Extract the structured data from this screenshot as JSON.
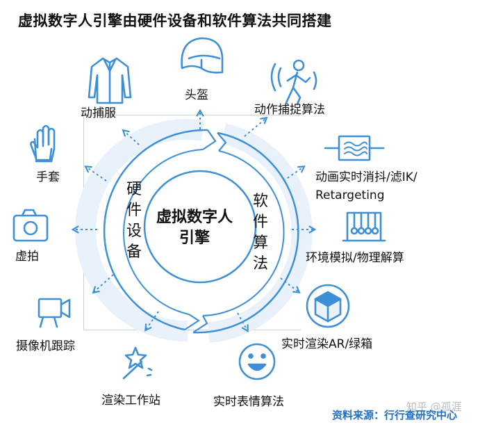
{
  "title": "虚拟数字人引擎由硬件设备和软件算法共同搭建",
  "center": [
    "虚拟数字人",
    "引擎"
  ],
  "hardware_label": [
    "硬",
    "件",
    "设",
    "备"
  ],
  "software_label": [
    "软",
    "件",
    "算",
    "法"
  ],
  "nodes": [
    {
      "label": "头盔",
      "icon": "helmet-icon"
    },
    {
      "label": "动作捕捉算法",
      "icon": "motion-capture-icon"
    },
    {
      "label": "动画实时消抖/滤IK/",
      "label2": "Retargeting",
      "icon": "waveform-box-icon"
    },
    {
      "label": "环境模拟/物理解算",
      "icon": "newton-cradle-icon"
    },
    {
      "label": "实时渲染AR/绿箱",
      "icon": "cube-icon"
    },
    {
      "label": "实时表情算法",
      "icon": "smiley-face-icon"
    },
    {
      "label": "渲染工作站",
      "icon": "magic-wand-icon"
    },
    {
      "label": "摄像机跟踪",
      "icon": "video-camera-icon"
    },
    {
      "label": "虚拍",
      "icon": "camera-icon"
    },
    {
      "label": "手套",
      "icon": "glove-icon"
    },
    {
      "label": "动捕服",
      "icon": "jacket-icon"
    }
  ],
  "source": "资料来源：行行查研究中心",
  "watermark": "知乎 @孤涯",
  "colors": {
    "accent": "#3d8fd6",
    "ring_light": "#e9f2fa",
    "text": "#111111",
    "source": "#1f6fc4"
  }
}
